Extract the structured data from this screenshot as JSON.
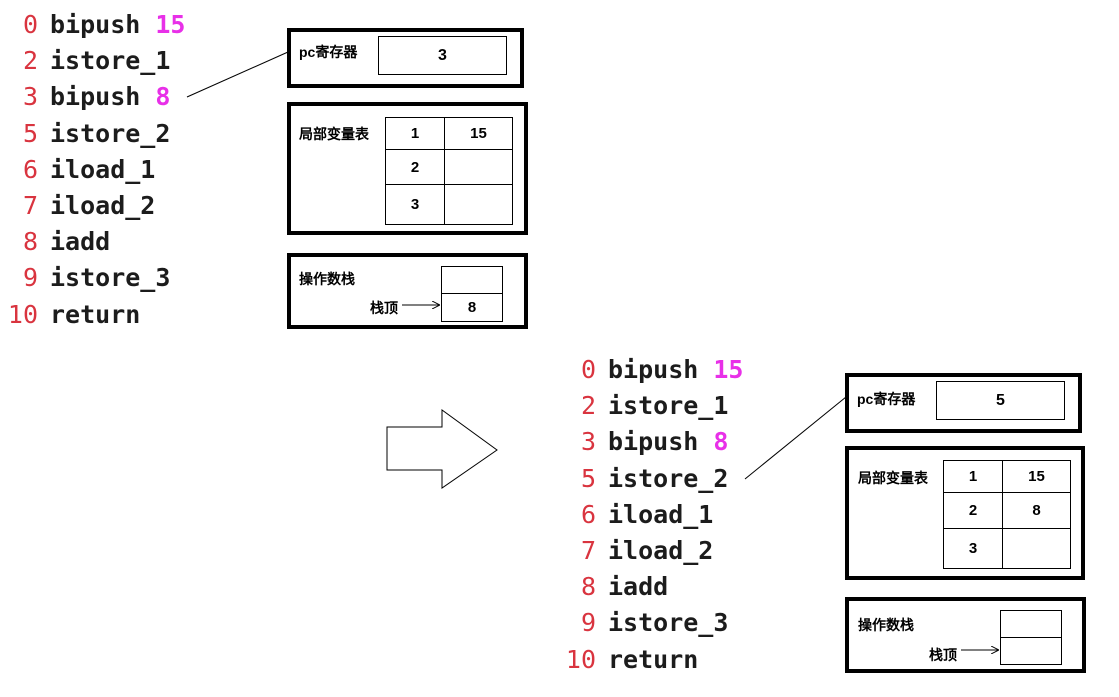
{
  "code": [
    {
      "n": "0",
      "op": "bipush ",
      "arg": "15"
    },
    {
      "n": "2",
      "op": "istore_1",
      "arg": ""
    },
    {
      "n": "3",
      "op": "bipush ",
      "arg": "8"
    },
    {
      "n": "5",
      "op": "istore_2",
      "arg": ""
    },
    {
      "n": "6",
      "op": "iload_1",
      "arg": ""
    },
    {
      "n": "7",
      "op": "iload_2",
      "arg": ""
    },
    {
      "n": "8",
      "op": "iadd",
      "arg": ""
    },
    {
      "n": "9",
      "op": "istore_3",
      "arg": ""
    },
    {
      "n": "10",
      "op": "return",
      "arg": ""
    }
  ],
  "labels": {
    "pc": "pc寄存器",
    "locals": "局部变量表",
    "stack": "操作数栈",
    "stack_top": "栈顶"
  },
  "before": {
    "pc_value": "3",
    "locals": [
      {
        "index": "1",
        "value": "15"
      },
      {
        "index": "2",
        "value": ""
      },
      {
        "index": "3",
        "value": ""
      }
    ],
    "stack": [
      "",
      "8"
    ]
  },
  "after": {
    "pc_value": "5",
    "locals": [
      {
        "index": "1",
        "value": "15"
      },
      {
        "index": "2",
        "value": "8"
      },
      {
        "index": "3",
        "value": ""
      }
    ],
    "stack": [
      "",
      ""
    ]
  },
  "colors": {
    "line_number": "#d9343f",
    "operand": "#e830e8",
    "opcode": "#1c1c1c"
  }
}
